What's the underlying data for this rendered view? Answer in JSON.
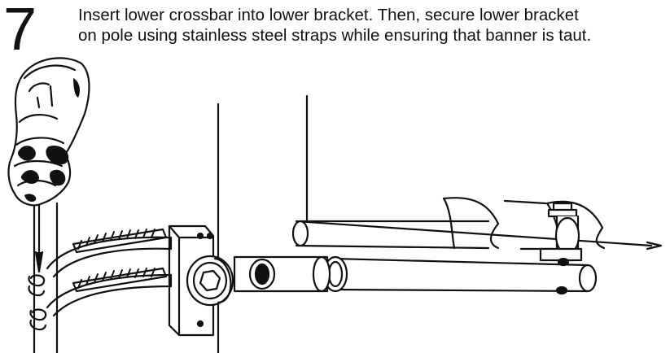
{
  "step": {
    "number": "7",
    "instruction_lines": [
      "Insert lower crossbar into lower bracket.  Then, secure lower bracket",
      "on pole using stainless steel straps while ensuring that banner is taut."
    ]
  },
  "colors": {
    "ink": "#111111",
    "paper": "#ffffff"
  }
}
